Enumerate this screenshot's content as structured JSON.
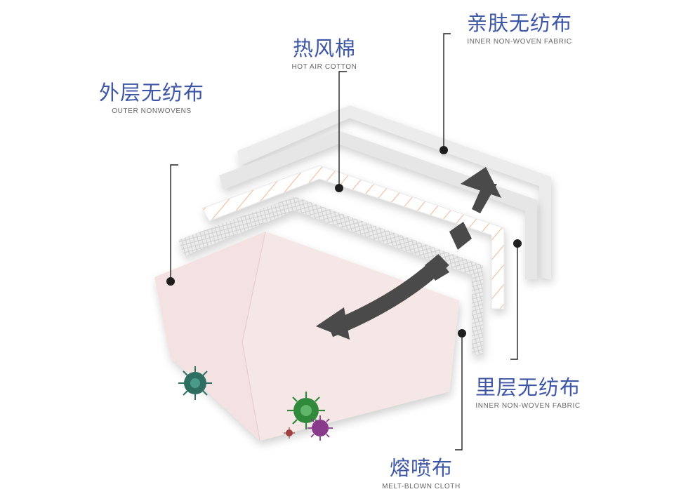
{
  "layers": {
    "inner_skin_fabric": {
      "zh": "亲肤无纺布",
      "en": "INNER NON-WOVEN FABRIC"
    },
    "hot_air_cotton": {
      "zh": "热风棉",
      "en": "HOT AIR COTTON"
    },
    "outer_nonwovens": {
      "zh": "外层无纺布",
      "en": "OUTER NONWOVENS"
    },
    "inner_layer_fabric": {
      "zh": "里层无纺布",
      "en": "INNER NON-WOVEN FABRIC"
    },
    "melt_blown_cloth": {
      "zh": "熔喷布",
      "en": "MELT-BLOWN CLOTH"
    }
  },
  "colors": {
    "label_text": "#3d56a6",
    "outer_layer": "#f2dedd",
    "hot_air_stripes": "#f0a57a",
    "arrow": "#4a4a4a",
    "virus_green": "#2f8a3a",
    "virus_teal": "#2f6f62",
    "virus_purple": "#8a3a8a",
    "virus_red": "#a04040"
  }
}
